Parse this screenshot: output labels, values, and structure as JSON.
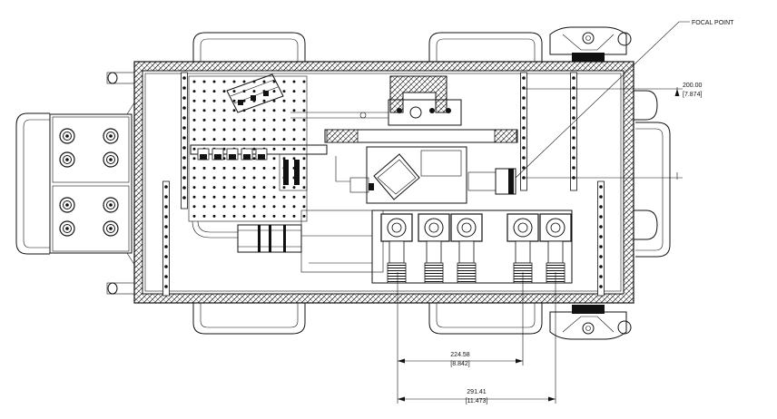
{
  "callouts": {
    "focal_point": "FOCAL POINT"
  },
  "dimensions": {
    "vertical": {
      "mm": "200.00",
      "inch": "[7.874]"
    },
    "inner": {
      "mm": "224.58",
      "inch": "[8.842]"
    },
    "outer": {
      "mm": "291.41",
      "inch": "[11.473]"
    }
  },
  "colors": {
    "line": "#111111",
    "background": "#ffffff"
  }
}
